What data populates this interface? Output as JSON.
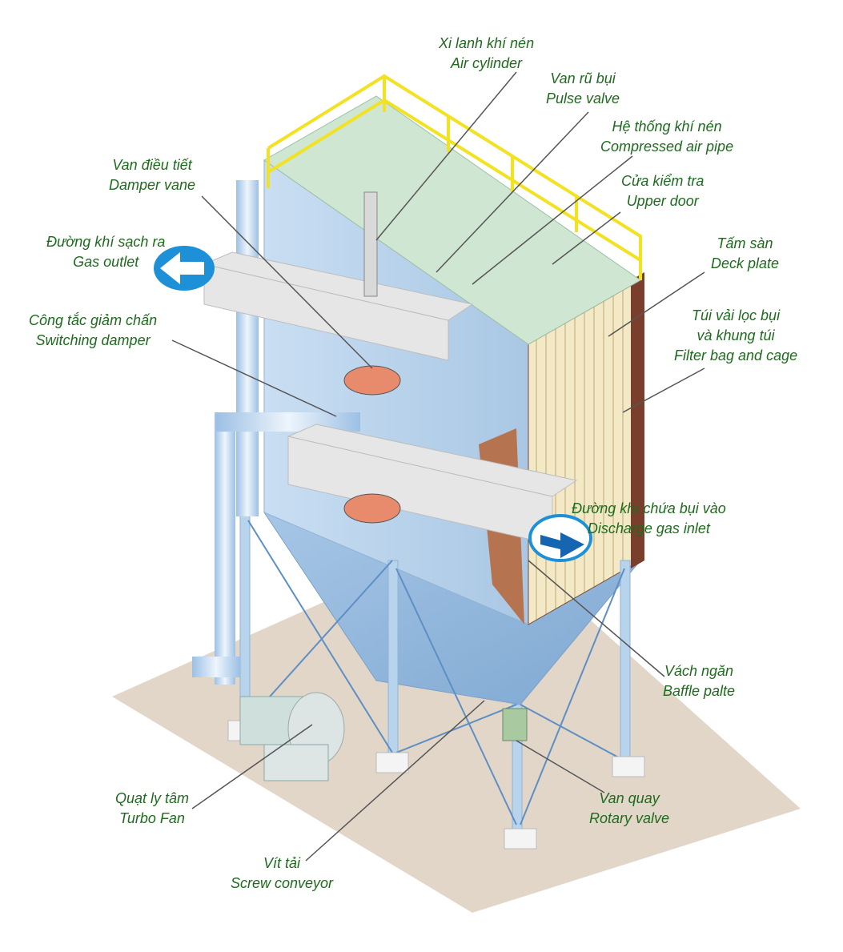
{
  "diagram": {
    "colors": {
      "label": "#1e6b1e",
      "floor": "#e2d6c8",
      "structure": "#b8d4ec",
      "railing": "#f2e222",
      "deck": "#cfe6d2",
      "filter_bags": "#f3e9c6",
      "baffle": "#b5744f",
      "duct": "#dcdcdc",
      "arrow": "#1e90d8",
      "leader": "#555555"
    },
    "labels": [
      {
        "id": "air-cylinder",
        "vi": "Xi lanh khí nén",
        "en": "Air cylinder"
      },
      {
        "id": "pulse-valve",
        "vi": "Van rũ bụi",
        "en": "Pulse valve"
      },
      {
        "id": "compressed-air-pipe",
        "vi": "Hệ thống khí nén",
        "en": "Compressed air pipe"
      },
      {
        "id": "upper-door",
        "vi": "Cửa kiểm tra",
        "en": "Upper door"
      },
      {
        "id": "damper-vane",
        "vi": "Van điều tiết",
        "en": "Damper vane"
      },
      {
        "id": "gas-outlet",
        "vi": "Đường khí sạch ra",
        "en": "Gas outlet"
      },
      {
        "id": "deck-plate",
        "vi": "Tấm sàn",
        "en": "Deck plate"
      },
      {
        "id": "switching-damper",
        "vi": "Công tắc giảm chấn",
        "en": "Switching damper"
      },
      {
        "id": "filter-bag",
        "vi": "Túi vải lọc bụi",
        "vi2": "và khung túi",
        "en": "Filter bag and cage"
      },
      {
        "id": "gas-inlet",
        "vi": "Đường khí chứa bụi vào",
        "en": "Discharge gas inlet"
      },
      {
        "id": "baffle-plate",
        "vi": "Vách ngăn",
        "en": "Baffle palte"
      },
      {
        "id": "turbo-fan",
        "vi": "Quạt ly tâm",
        "en": "Turbo Fan"
      },
      {
        "id": "rotary-valve",
        "vi": "Van quay",
        "en": "Rotary valve"
      },
      {
        "id": "screw-conveyor",
        "vi": "Vít tải",
        "en": "Screw conveyor"
      }
    ]
  }
}
